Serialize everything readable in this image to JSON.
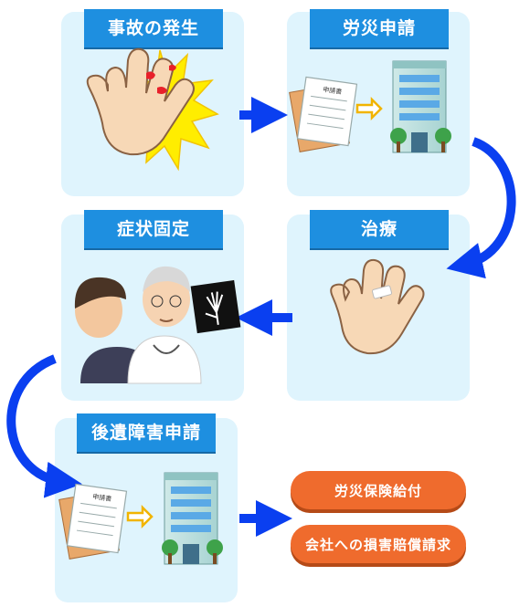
{
  "steps": [
    {
      "label": "事故の発生"
    },
    {
      "label": "労災申請"
    },
    {
      "label": "治療"
    },
    {
      "label": "症状固定"
    },
    {
      "label": "後遺障害申請"
    }
  ],
  "document_label": "申請書",
  "outcomes": [
    {
      "label": "労災保険給付"
    },
    {
      "label": "会社への損害賠償請求"
    }
  ],
  "colors": {
    "panel": "#dff4fd",
    "title": "#1e8fe0",
    "arrow": "#0a3ff0",
    "outcome": "#ef6b2d"
  }
}
